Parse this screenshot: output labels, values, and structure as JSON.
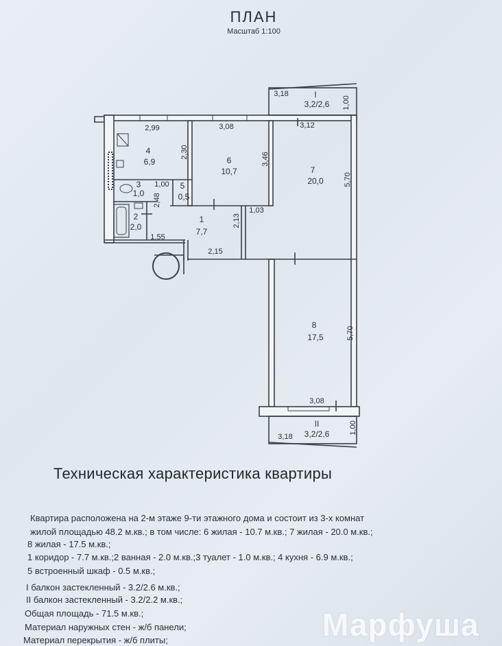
{
  "header": {
    "title": "ПЛАН",
    "scale": "Масштаб 1:100"
  },
  "plan": {
    "rooms": [
      {
        "id": "I",
        "num": "I",
        "area": "3,2/2,6"
      },
      {
        "id": "1",
        "num": "1",
        "area": "7,7"
      },
      {
        "id": "2",
        "num": "2",
        "area": "2,0"
      },
      {
        "id": "3",
        "num": "3",
        "area": "1,0"
      },
      {
        "id": "4",
        "num": "4",
        "area": "6,9"
      },
      {
        "id": "5",
        "num": "5",
        "area": "0,5"
      },
      {
        "id": "6",
        "num": "6",
        "area": "10,7"
      },
      {
        "id": "7",
        "num": "7",
        "area": "20,0"
      },
      {
        "id": "8",
        "num": "8",
        "area": "17,5"
      },
      {
        "id": "II",
        "num": "II",
        "area": "3,2/2,6"
      }
    ],
    "dims": {
      "d_318_top": "3,18",
      "d_100_top": "1,00",
      "d_312": "3,12",
      "d_299": "2,99",
      "d_308_top": "3,08",
      "d_230": "2,30",
      "d_346": "3,46",
      "d_570_top": "5,70",
      "d_100_mid": "1,00",
      "d_248": "2,48",
      "d_103": "1,03",
      "d_213": "2,13",
      "d_155": "1,55",
      "d_215": "2,15",
      "d_570_bot": "5,70",
      "d_308_bot": "3,08",
      "d_318_bot": "3,18",
      "d_100_bot": "1,00"
    }
  },
  "specs": {
    "heading": "Техническая характеристика квартиры",
    "lines": [
      "Квартира расположена на   2-м   этаже   9-ти  этажного дома и состоит из   3-х       комнат",
      "жилой площадью  48.2 м.кв.; в том числе:  6   жилая - 10.7 м.кв.;  7    жилая - 20.0  м.кв.;",
      "8    жилая - 17.5  м.кв.;",
      "1   коридор - 7.7  м.кв.;2  ванная -   2.0  м.кв.;3 туалет -  1.0   м.кв.;  4  кухня -  6.9   м.кв.;",
      "5  встроенный шкаф -  0.5 м.кв.;",
      "I   балкон застекленный -  3.2/2.6   м.кв.;",
      "II  балкон застекленный -  3.2/2.2   м.кв.;",
      "Общая площадь -   71.5  м.кв.;",
      "Материал наружных стен -         ж/б панели;",
      "Материал перекрытия -          ж/б плиты;"
    ]
  },
  "watermark": "Марфуша"
}
